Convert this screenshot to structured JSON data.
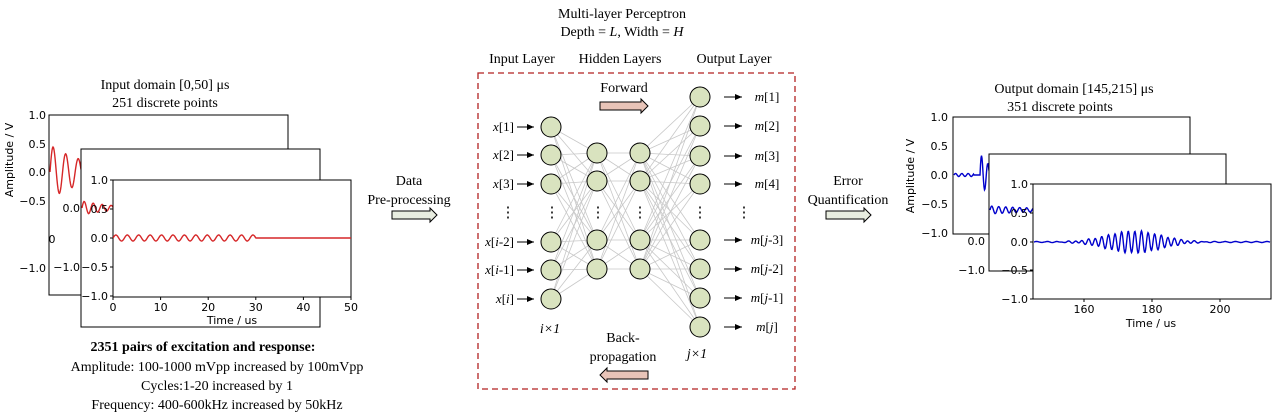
{
  "mlp": {
    "title": "Multi-layer Perceptron",
    "subtitle_pre": "Depth = ",
    "depth_symbol": "L",
    "subtitle_mid": ", Width = ",
    "width_symbol": "H",
    "input_layer_label": "Input Layer",
    "hidden_layers_label": "Hidden Layers",
    "output_layer_label": "Output Layer",
    "forward_label": "Forward",
    "back_label_1": "Back-",
    "back_label_2": "propagation",
    "input_nodes": [
      "x[1]",
      "x[2]",
      "x[3]",
      "x[i-2]",
      "x[i-1]",
      "x[i]"
    ],
    "output_nodes": [
      "m[1]",
      "m[2]",
      "m[3]",
      "m[4]",
      "m[j-3]",
      "m[j-2]",
      "m[j-1]",
      "m[j]"
    ],
    "input_size": "i×1",
    "output_size": "j×1",
    "dots": "⋮"
  },
  "input_domain": {
    "title_line1": "Input domain  [0,50] μs",
    "title_line2": "251 discrete points",
    "ylabel": "Amplitude / V",
    "xlabel": "Time / us",
    "x_ticks": [
      "0",
      "10",
      "20",
      "30",
      "40",
      "50"
    ],
    "y_ticks": [
      "1.0",
      "0.5",
      "0.0",
      "−0.5",
      "−1.0"
    ],
    "back_y_ticks_1": [
      "1.0",
      "0.5",
      "0.0",
      "−0.5",
      "−1.0"
    ],
    "back_y_ticks_2": [
      "0",
      "0.0",
      "0.5",
      "−1.0"
    ],
    "back_x_tick": "0"
  },
  "output_domain": {
    "title_line1": "Output domain [145,215] μs",
    "title_line2": "351 discrete points",
    "ylabel": "Amplitude / V",
    "xlabel": "Time / us",
    "x_ticks": [
      "160",
      "180",
      "200"
    ],
    "y_ticks": [
      "1.0",
      "0.5",
      "0.0",
      "−0.5",
      "−1.0"
    ],
    "back_y_ticks_1": [
      "1.0",
      "0.5",
      "0.0",
      "−0.5",
      "−1.0"
    ],
    "back_y_ticks_2": [
      "0.0",
      "−1.0"
    ]
  },
  "data_label_1": "Data",
  "data_label_2": "Pre-processing",
  "error_label_1": "Error",
  "error_label_2": "Quantification",
  "pairs_title": "2351 pairs of excitation and response:",
  "pairs_lines": [
    "Amplitude: 100-1000 mVpp increased by 100mVpp",
    "Cycles:1-20 increased by 1",
    "Frequency: 400-600kHz increased by 50kHz"
  ],
  "colors": {
    "input_signal": "#d62728",
    "output_signal": "#0000cc",
    "node_fill": "#d9e3bf",
    "dashed_border": "#b22222",
    "arrow_fill": "#e8ede0",
    "arrow_fill_pink": "#e8c4b8"
  }
}
